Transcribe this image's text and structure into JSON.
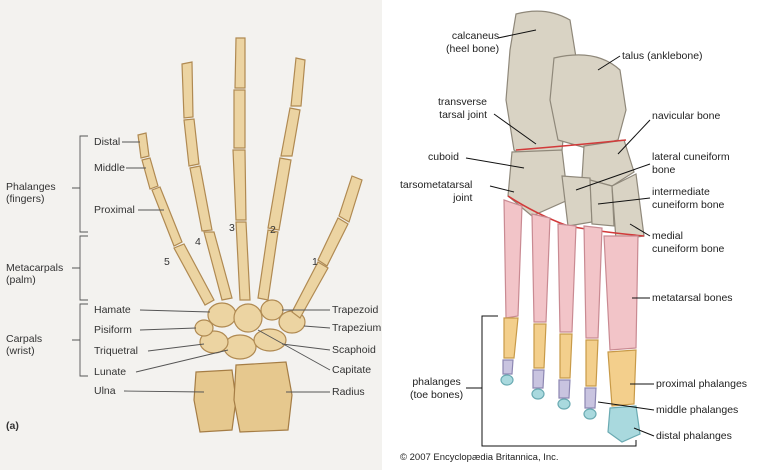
{
  "hand": {
    "panel_letter": "(a)",
    "groups": {
      "phalanges": "Phalanges\n(fingers)",
      "metacarpals": "Metacarpals\n(palm)",
      "carpals": "Carpals\n(wrist)"
    },
    "phalanx_labels": {
      "distal": "Distal",
      "middle": "Middle",
      "proximal": "Proximal"
    },
    "digit_numbers": [
      "1",
      "2",
      "3",
      "4",
      "5"
    ],
    "left_labels": [
      "Hamate",
      "Pisiform",
      "Triquetral",
      "Lunate",
      "Ulna"
    ],
    "right_labels": [
      "Trapezoid",
      "Trapezium",
      "Scaphoid",
      "Capitate",
      "Radius"
    ]
  },
  "foot": {
    "labels": {
      "calcaneus": "calcaneus\n(heel bone)",
      "talus": "talus (anklebone)",
      "transverse": "transverse\ntarsal joint",
      "navicular": "navicular bone",
      "cuboid": "cuboid",
      "lateral_cuneiform": "lateral cuneiform\nbone",
      "tarsometatarsal": "tarsometatarsal\njoint",
      "intermediate_cuneiform": "intermediate\ncuneiform bone",
      "medial_cuneiform": "medial\ncuneiform bone",
      "metatarsal": "metatarsal bones",
      "phalanges": "phalanges\n(toe bones)",
      "proximal_phalanges": "proximal phalanges",
      "middle_phalanges": "middle phalanges",
      "distal_phalanges": "distal phalanges"
    },
    "copyright": "© 2007 Encyclopædia Britannica, Inc."
  },
  "colors": {
    "hand_bone": "#ecd4a2",
    "tarsal": "#d9d3c4",
    "metatarsal": "#f2c4c8",
    "proximal_phalanx": "#f3cf8c",
    "middle_phalanx": "#c9c4e0",
    "distal_phalanx": "#a9d9de",
    "joint_line": "#d23a3a"
  }
}
